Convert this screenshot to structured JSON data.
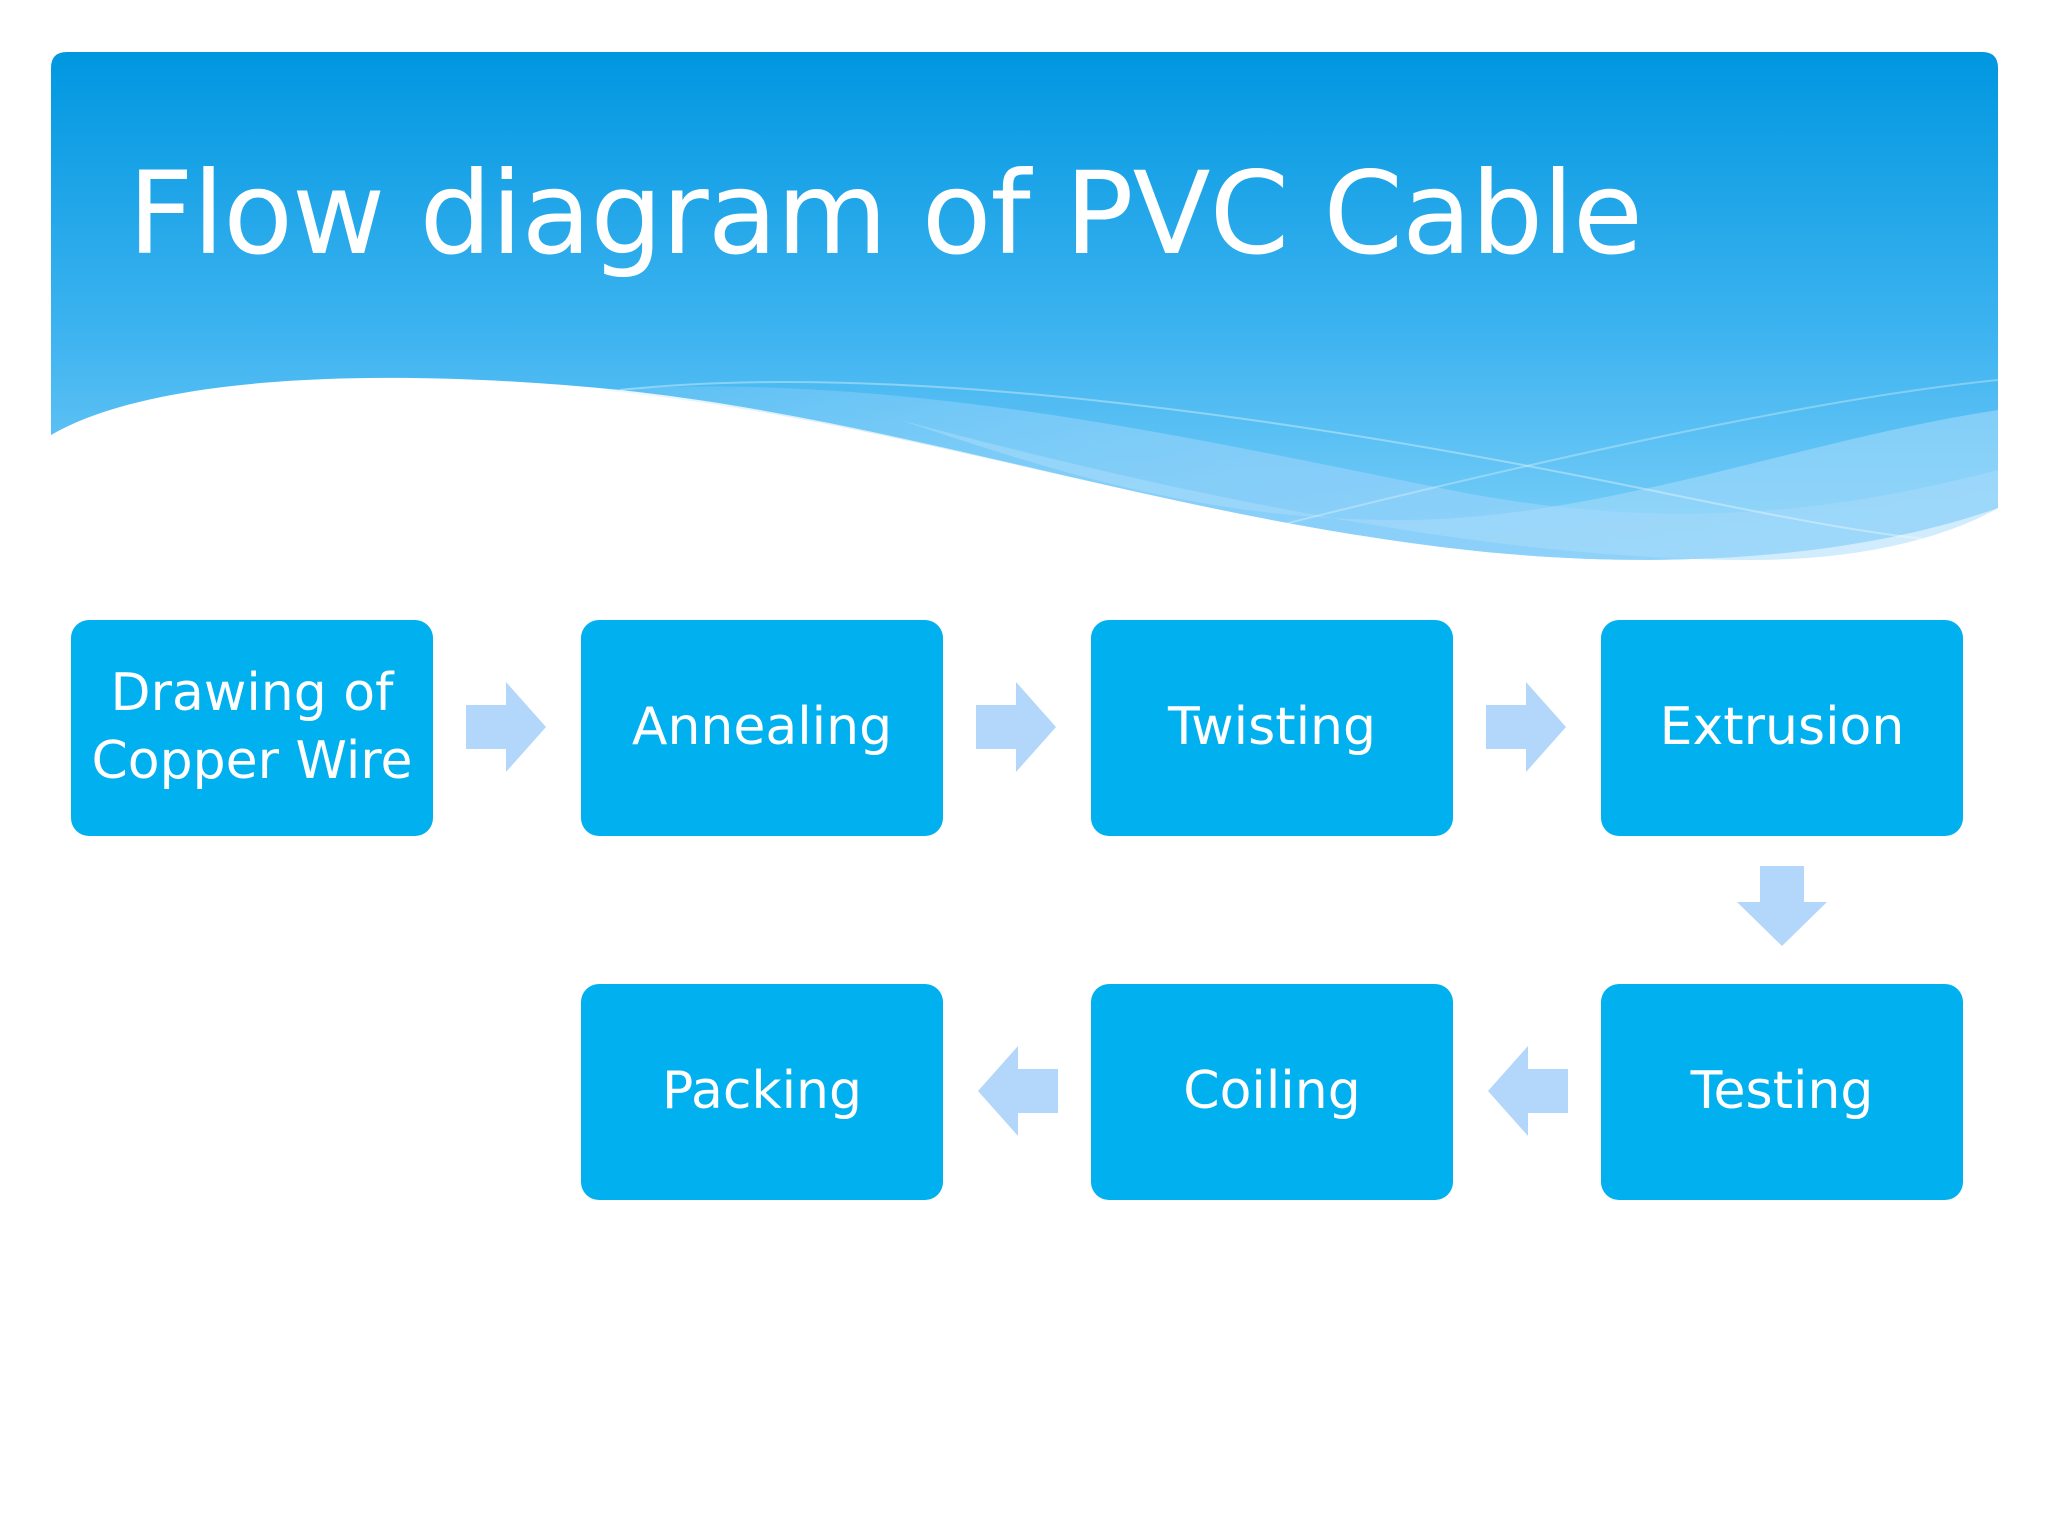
{
  "slide": {
    "title": "Flow diagram of PVC Cable"
  },
  "colors": {
    "header_top": "#0097e0",
    "header_bottom": "#6fc9f7",
    "box_fill": "#00b0ef",
    "arrow_fill": "#b3d6fb",
    "text": "#ffffff"
  },
  "steps": [
    {
      "id": "drawing",
      "line1": "Drawing of",
      "line2": "Copper Wire"
    },
    {
      "id": "annealing",
      "label": "Annealing"
    },
    {
      "id": "twisting",
      "label": "Twisting"
    },
    {
      "id": "extrusion",
      "label": "Extrusion"
    },
    {
      "id": "testing",
      "label": "Testing"
    },
    {
      "id": "coiling",
      "label": "Coiling"
    },
    {
      "id": "packing",
      "label": "Packing"
    }
  ],
  "connections": [
    {
      "from": "drawing",
      "to": "annealing",
      "direction": "right"
    },
    {
      "from": "annealing",
      "to": "twisting",
      "direction": "right"
    },
    {
      "from": "twisting",
      "to": "extrusion",
      "direction": "right"
    },
    {
      "from": "extrusion",
      "to": "testing",
      "direction": "down"
    },
    {
      "from": "testing",
      "to": "coiling",
      "direction": "left"
    },
    {
      "from": "coiling",
      "to": "packing",
      "direction": "left"
    }
  ]
}
